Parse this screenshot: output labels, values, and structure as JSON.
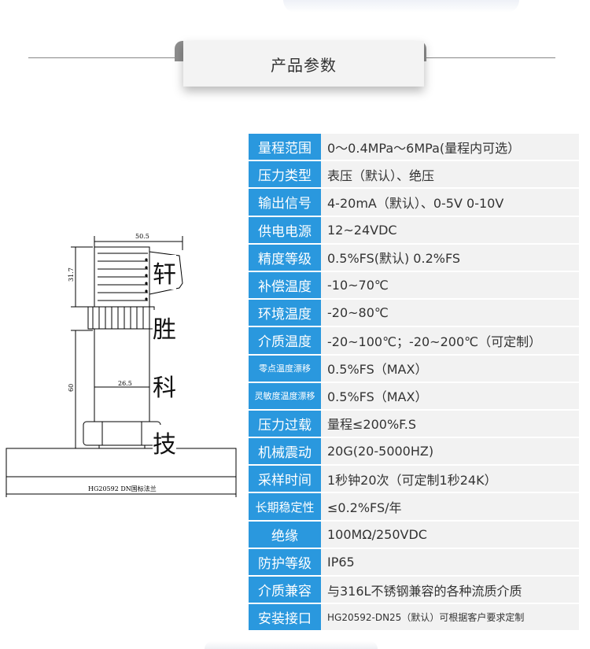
{
  "header": {
    "title": "产品参数"
  },
  "drawing": {
    "dim_top_width": "50.5",
    "dim_upper_height": "31.7",
    "dim_body_height": "60",
    "dim_body_width": "26.5",
    "flange_label": "HG20592 DN国标法兰",
    "brand_chars": [
      "轩",
      "胜",
      "科",
      "技"
    ]
  },
  "specs": [
    {
      "key": "量程范围",
      "value": "0～0.4MPa～6MPa(量程内可选）"
    },
    {
      "key": "压力类型",
      "value": "表压（默认）、绝压"
    },
    {
      "key": "输出信号",
      "value": "4-20mA（默认）、0-5V  0-10V"
    },
    {
      "key": "供电电源",
      "value": "12~24VDC"
    },
    {
      "key": "精度等级",
      "value": "0.5%FS(默认)  0.2%FS"
    },
    {
      "key": "补偿温度",
      "value": "-10~70℃"
    },
    {
      "key": "环境温度",
      "value": "-20~80℃"
    },
    {
      "key": "介质温度",
      "value": "-20~100℃；-20~200℃（可定制）"
    },
    {
      "key": "零点温度漂移",
      "value": "0.5%FS（MAX）"
    },
    {
      "key": "灵敏度温度漂移",
      "value": "0.5%FS（MAX）"
    },
    {
      "key": "压力过载",
      "value": "量程≤200%F.S"
    },
    {
      "key": "机械震动",
      "value": "20G(20-5000HZ)"
    },
    {
      "key": "采样时间",
      "value": "1秒钟20次（可定制1秒24K）"
    },
    {
      "key": "长期稳定性",
      "value": "≤0.2%FS/年"
    },
    {
      "key": "绝缘",
      "value": "100MΩ/250VDC"
    },
    {
      "key": "防护等级",
      "value": "IP65"
    },
    {
      "key": "介质兼容",
      "value": "与316L不锈钢兼容的各种流质介质"
    },
    {
      "key": "安装接口",
      "value": "HG20592-DN25（默认）可根据客户要求定制"
    }
  ]
}
